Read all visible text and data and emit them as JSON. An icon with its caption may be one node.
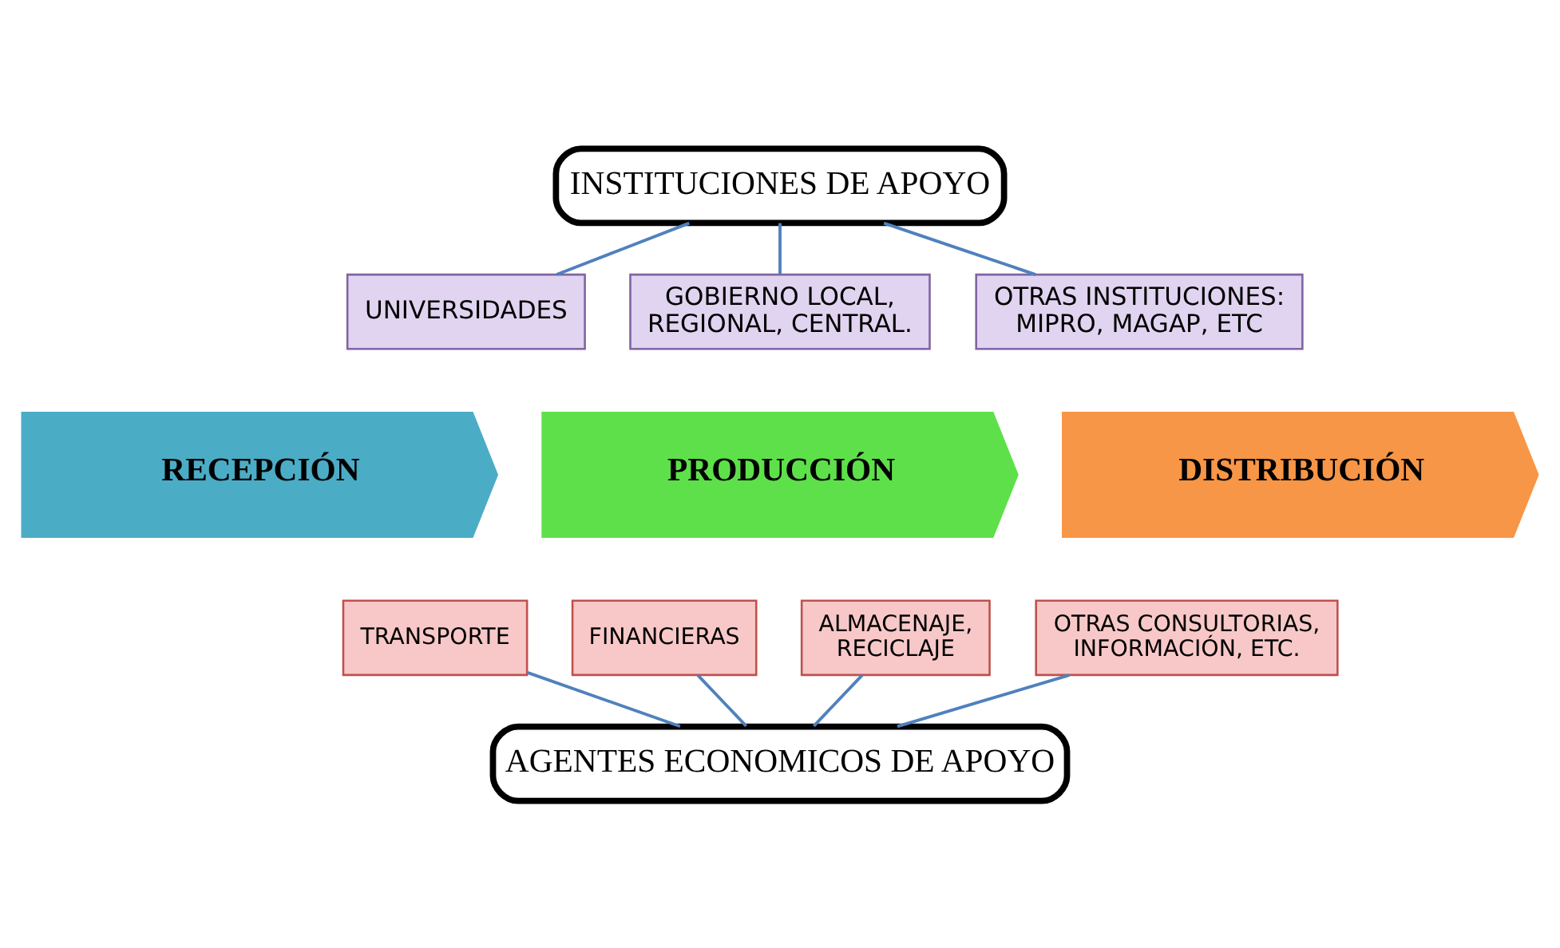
{
  "diagram": {
    "nodes": [
      {
        "text": [
          "INSTITUCIONES DE APOYO"
        ]
      },
      {
        "text": [
          "UNIVERSIDADES"
        ]
      },
      {
        "text": [
          "GOBIERNO LOCAL, REGIONAL, CENTRAL."
        ]
      },
      {
        "text": [
          "OTRAS INSTITUCIONES: MIPRO, MAGAP, ETC"
        ]
      },
      {
        "text": [
          "RECEPCIÓN"
        ]
      },
      {
        "text": [
          "PRODUCCIÓN"
        ]
      },
      {
        "text": [
          "DISTRIBUCIÓN"
        ]
      },
      {
        "text": [
          "TRANSPORTE"
        ]
      },
      {
        "text": [
          "FINANCIERAS"
        ]
      },
      {
        "text": [
          "ALMACENAJE, RECICLAJE"
        ]
      },
      {
        "text": [
          "OTRAS CONSULTORIAS, INFORMACIÓN, ETC."
        ]
      },
      {
        "text": [
          "AGENTES ECONOMICOS DE APOYO"
        ]
      }
    ],
    "edges": [
      {
        "from": 0,
        "to": 1,
        "arrow": "none"
      },
      {
        "from": 0,
        "to": 2,
        "arrow": "none"
      },
      {
        "from": 0,
        "to": 3,
        "arrow": "none"
      },
      {
        "from": 7,
        "to": 11,
        "arrow": "none"
      },
      {
        "from": 8,
        "to": 11,
        "arrow": "none"
      },
      {
        "from": 9,
        "to": 11,
        "arrow": "none"
      },
      {
        "from": 10,
        "to": 11,
        "arrow": "none"
      }
    ]
  }
}
